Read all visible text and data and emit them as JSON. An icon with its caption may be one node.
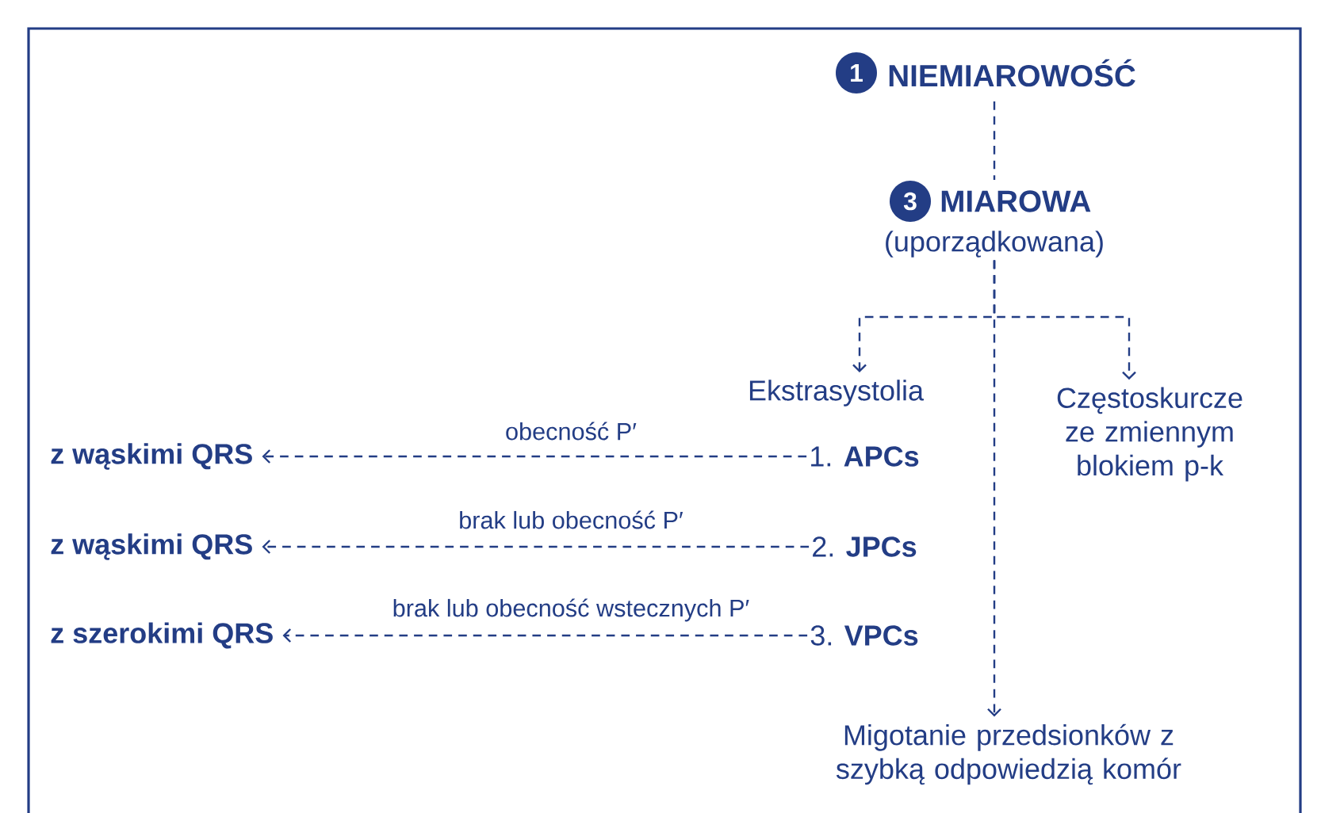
{
  "diagram": {
    "nodes": [
      {
        "text": [
          "1",
          "NIEMIAROWOŚĆ"
        ]
      },
      {
        "text": [
          "3",
          "MIAROWA",
          "(uporządkowana)"
        ]
      },
      {
        "text": [
          "Ekstrasystolia"
        ]
      },
      {
        "text": [
          "Częstoskurcze ze zmiennym blokiem p-k"
        ]
      },
      {
        "text": [
          "1. **APCs**"
        ]
      },
      {
        "text": [
          "2. **JPCs**"
        ]
      },
      {
        "text": [
          "3. **VPCs**"
        ]
      },
      {
        "text": [
          "z wąskimi QRS"
        ]
      },
      {
        "text": [
          "z wąskimi QRS"
        ]
      },
      {
        "text": [
          "z szerokimi QRS"
        ]
      },
      {
        "text": [
          "Migotanie przedsionków z szybką odpowiedzią komór"
        ]
      }
    ],
    "edges": [
      {
        "from": 0,
        "to": 1,
        "arrow": "none",
        "style": "dashed"
      },
      {
        "from": 1,
        "to": 2,
        "arrow": "to",
        "style": "dashed"
      },
      {
        "from": 1,
        "to": 3,
        "arrow": "to",
        "style": "dashed"
      },
      {
        "from": 1,
        "to": 10,
        "arrow": "to",
        "style": "dashed"
      },
      {
        "from": 4,
        "to": 7,
        "arrow": "to",
        "style": "dashed",
        "label": "obecność P′"
      },
      {
        "from": 5,
        "to": 8,
        "arrow": "to",
        "style": "dashed",
        "label": "brak lub obecność P′"
      },
      {
        "from": 6,
        "to": 9,
        "arrow": "to",
        "style": "dashed",
        "label": "brak lub obecność wstecznych P′"
      }
    ]
  }
}
